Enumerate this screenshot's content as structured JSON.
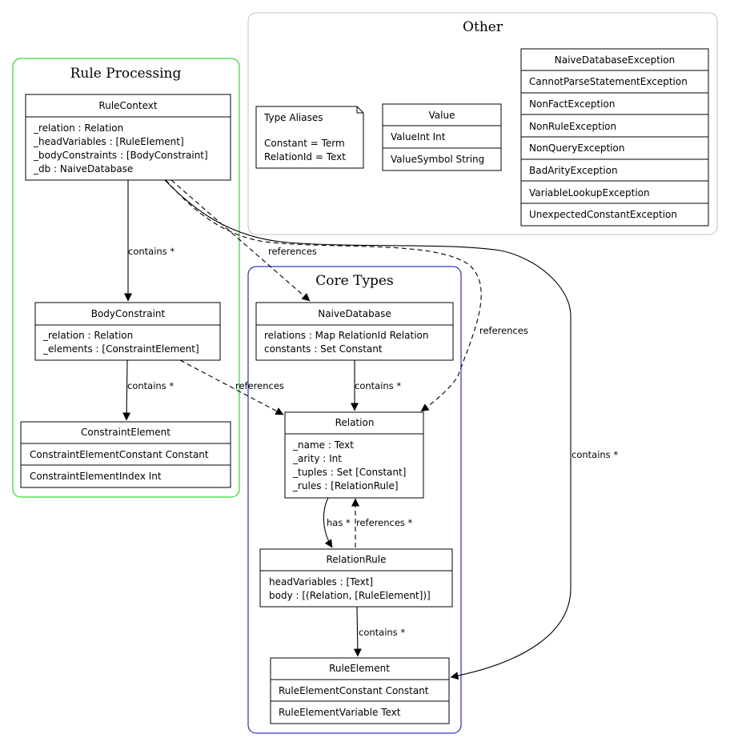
{
  "colors": {
    "rule_processing_border": "#00d400",
    "core_types_border": "#0000cc",
    "other_border": "#c0c0c0",
    "line": "#000000"
  },
  "clusters": {
    "rule_processing": "Rule Processing",
    "core_types": "Core Types",
    "other": "Other"
  },
  "nodes": {
    "rule_context": {
      "title": "RuleContext",
      "fields": [
        "_relation : Relation",
        "_headVariables : [RuleElement]",
        "_bodyConstraints : [BodyConstraint]",
        "_db : NaiveDatabase"
      ]
    },
    "body_constraint": {
      "title": "BodyConstraint",
      "fields": [
        "_relation : Relation",
        "_elements : [ConstraintElement]"
      ]
    },
    "constraint_element": {
      "title": "ConstraintElement",
      "constructors": [
        "ConstraintElementConstant Constant",
        "ConstraintElementIndex Int"
      ]
    },
    "naive_database": {
      "title": "NaiveDatabase",
      "fields": [
        "relations : Map RelationId Relation",
        "constants : Set Constant"
      ]
    },
    "relation": {
      "title": "Relation",
      "fields": [
        "_name : Text",
        "_arity : Int",
        "_tuples : Set [Constant]",
        "_rules : [RelationRule]"
      ]
    },
    "relation_rule": {
      "title": "RelationRule",
      "fields": [
        "headVariables : [Text]",
        "body : [(Relation, [RuleElement])]"
      ]
    },
    "rule_element": {
      "title": "RuleElement",
      "constructors": [
        "RuleElementConstant Constant",
        "RuleElementVariable Text"
      ]
    },
    "type_aliases": {
      "title": "Type Aliases",
      "lines": [
        "Constant = Term",
        "RelationId = Text"
      ]
    },
    "value": {
      "title": "Value",
      "constructors": [
        "ValueInt Int",
        "ValueSymbol String"
      ]
    },
    "exceptions": {
      "title": "NaiveDatabaseException",
      "constructors": [
        "CannotParseStatementException",
        "NonFactException",
        "NonRuleException",
        "NonQueryException",
        "BadArityException",
        "VariableLookupException",
        "UnexpectedConstantException"
      ]
    }
  },
  "edges": {
    "rc_bc": "contains *",
    "rc_db": "references",
    "rc_rel": "references",
    "rc_re": "contains *",
    "bc_ce": "contains *",
    "bc_rel": "references",
    "db_rel": "contains *",
    "rel_rr": "has *",
    "rr_rel": "references *",
    "rr_re": "contains *"
  }
}
